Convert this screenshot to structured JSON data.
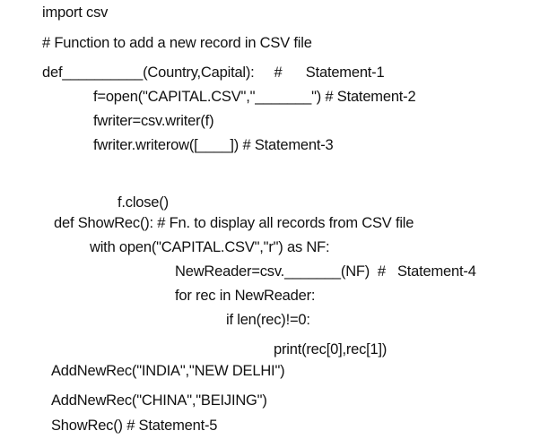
{
  "document": {
    "lines": [
      "import csv",
      "# Function to add a new record in CSV file",
      "def__________(Country,Capital):     #      Statement-1",
      "f=open(\"CAPITAL.CSV\",\"_______\") # Statement-2",
      "fwriter=csv.writer(f)",
      "fwriter.writerow([____]) # Statement-3",
      "f.close()",
      "def ShowRec(): # Fn. to display all records from CSV file",
      "with open(\"CAPITAL.CSV\",\"r\") as NF:",
      "NewReader=csv._______(NF)  #   Statement-4",
      "for rec in NewReader:",
      "if len(rec)!=0:",
      "print(rec[0],rec[1])",
      "AddNewRec(\"INDIA\",\"NEW DELHI\")",
      "AddNewRec(\"CHINA\",\"BEIJING\")",
      "ShowRec() # Statement-5"
    ]
  }
}
